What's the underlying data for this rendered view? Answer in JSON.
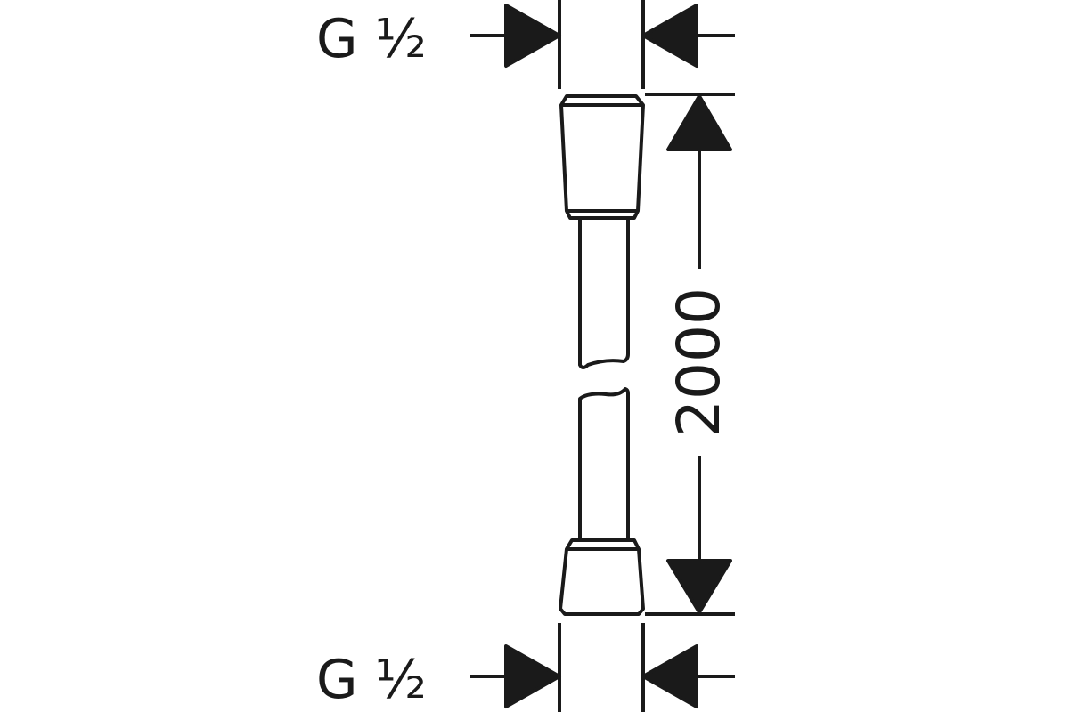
{
  "drawing": {
    "top_thread_label": "G ½",
    "bottom_thread_label": "G ½",
    "length_dimension": "2000",
    "line_color": "#1a1a1a"
  }
}
